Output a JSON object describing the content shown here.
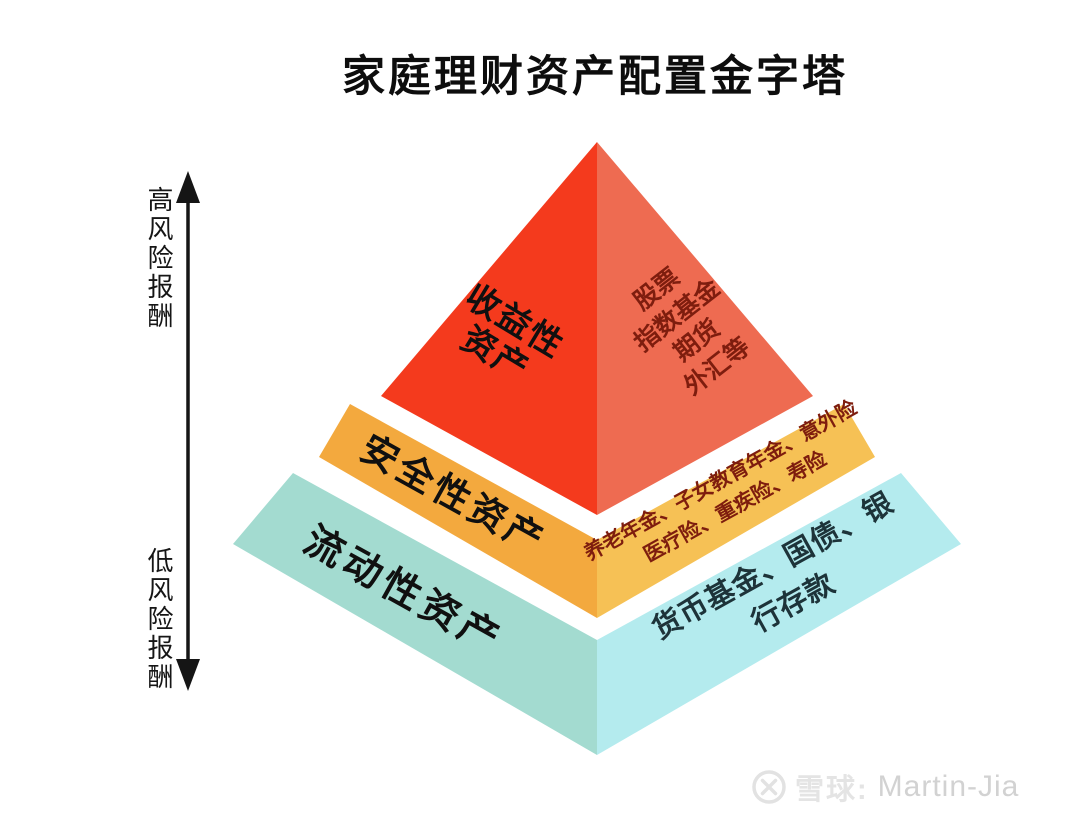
{
  "title": "家庭理财资产配置金字塔",
  "axis": {
    "top_label": "高风险报酬",
    "bottom_label": "低风险报酬"
  },
  "tiers": [
    {
      "id": "profit",
      "label": "收益性\n资产",
      "items": "股票\n指数基金\n期货\n外汇等",
      "color_left": "#f43a1d",
      "color_right": "#ee6b51",
      "items_color": "#7e1d0e"
    },
    {
      "id": "safety",
      "label": "安全性资产",
      "items": "养老年金、子女教育年金、意外险\n医疗险、重疾险、寿险",
      "color_left": "#f3a93e",
      "color_right": "#f6c155",
      "items_color": "#7e1d0e"
    },
    {
      "id": "liquidity",
      "label": "流动性资产",
      "items": "货币基金、国债、银行存款",
      "color_left": "#a3dbd0",
      "color_right": "#b4ebee",
      "items_color": "#1d3339"
    }
  ],
  "arrow_color": "#151515",
  "watermark": {
    "logo_icon": "xueqiu-snowball-logo",
    "site": "雪球:",
    "user": "Martin-Jia",
    "color": "#d8d8d8"
  }
}
